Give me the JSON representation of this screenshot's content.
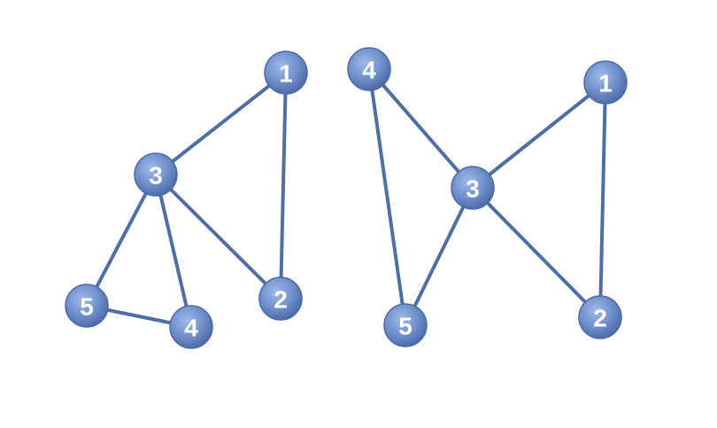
{
  "colors": {
    "background": "#ffffff",
    "edge": "#4f6ea3",
    "node_fill": "#6b8bc9",
    "node_highlight": "#a9c1ee",
    "label": "#ffffff"
  },
  "graphs": [
    {
      "id": "left",
      "nodes": [
        {
          "id": "1",
          "label": "1"
        },
        {
          "id": "2",
          "label": "2"
        },
        {
          "id": "3",
          "label": "3"
        },
        {
          "id": "4",
          "label": "4"
        },
        {
          "id": "5",
          "label": "5"
        }
      ],
      "edges": [
        [
          "1",
          "3"
        ],
        [
          "1",
          "2"
        ],
        [
          "3",
          "2"
        ],
        [
          "3",
          "5"
        ],
        [
          "3",
          "4"
        ],
        [
          "5",
          "4"
        ]
      ]
    },
    {
      "id": "right",
      "nodes": [
        {
          "id": "1",
          "label": "1"
        },
        {
          "id": "2",
          "label": "2"
        },
        {
          "id": "3",
          "label": "3"
        },
        {
          "id": "4",
          "label": "4"
        },
        {
          "id": "5",
          "label": "5"
        }
      ],
      "edges": [
        [
          "4",
          "3"
        ],
        [
          "4",
          "5"
        ],
        [
          "3",
          "5"
        ],
        [
          "3",
          "1"
        ],
        [
          "3",
          "2"
        ],
        [
          "1",
          "2"
        ]
      ]
    }
  ]
}
